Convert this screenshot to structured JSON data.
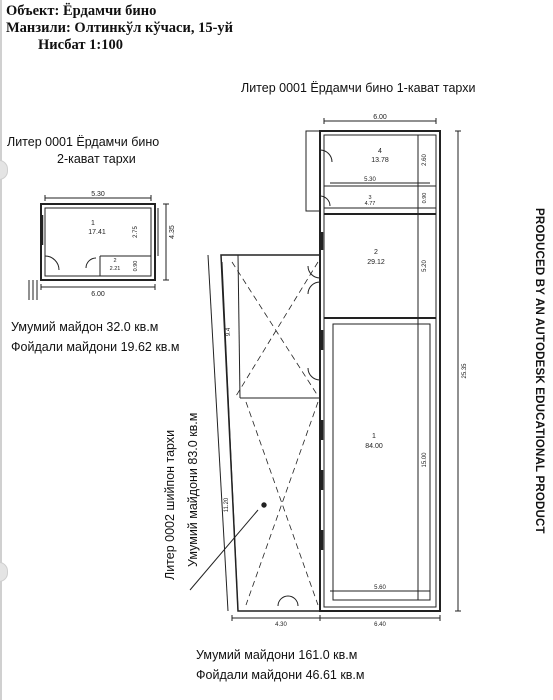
{
  "header": {
    "object": "Объект: Ёрдамчи бино",
    "address": "Манзили: Олтинкўл кўчаси, 15-уй",
    "scale": "Нисбат 1:100"
  },
  "plan_first_floor": {
    "title": "Литер 0001 Ёрдамчи бино 1-кават тархи",
    "rooms": [
      {
        "num": "4",
        "area": "13.78"
      },
      {
        "num": "3",
        "area": "4.77"
      },
      {
        "num": "2",
        "area": "29.12"
      },
      {
        "num": "1",
        "area": "84.00"
      }
    ],
    "dims": {
      "top": "6.00",
      "room4_w": "5.30",
      "room4_h": "2.60",
      "room3_h": "0.90",
      "room2_h": "5.20",
      "room1_h": "15.00",
      "room1_w": "5.60",
      "total_h": "25.35",
      "shed_w": "9.4",
      "shed_h": "11.20",
      "bottom_left": "4.30",
      "bottom_right": "6.40"
    },
    "total_area": "Умумий майдони 161.0 кв.м",
    "useful_area": "Фойдали майдони 46.61 кв.м"
  },
  "plan_second_floor": {
    "title_line1": "Литер 0001 Ёрдамчи бино",
    "title_line2": "2-кават тархи",
    "rooms": [
      {
        "num": "1",
        "area": "17.41"
      },
      {
        "num": "2",
        "area": "2.21"
      }
    ],
    "dims": {
      "top": "5.30",
      "bottom": "6.00",
      "right": "4.35",
      "room1_h": "2.75",
      "room2_h": "0.90"
    },
    "total_area": "Умумий майдон 32.0 кв.м",
    "useful_area": "Фойдали майдони 19.62 кв.м"
  },
  "shed": {
    "title": "Литер 0002 шийпон тархи",
    "area": "Умумий майдони 83.0 кв.м"
  },
  "watermark": "PRODUCED BY AN AUTODESK EDUCATIONAL PRODUCT"
}
